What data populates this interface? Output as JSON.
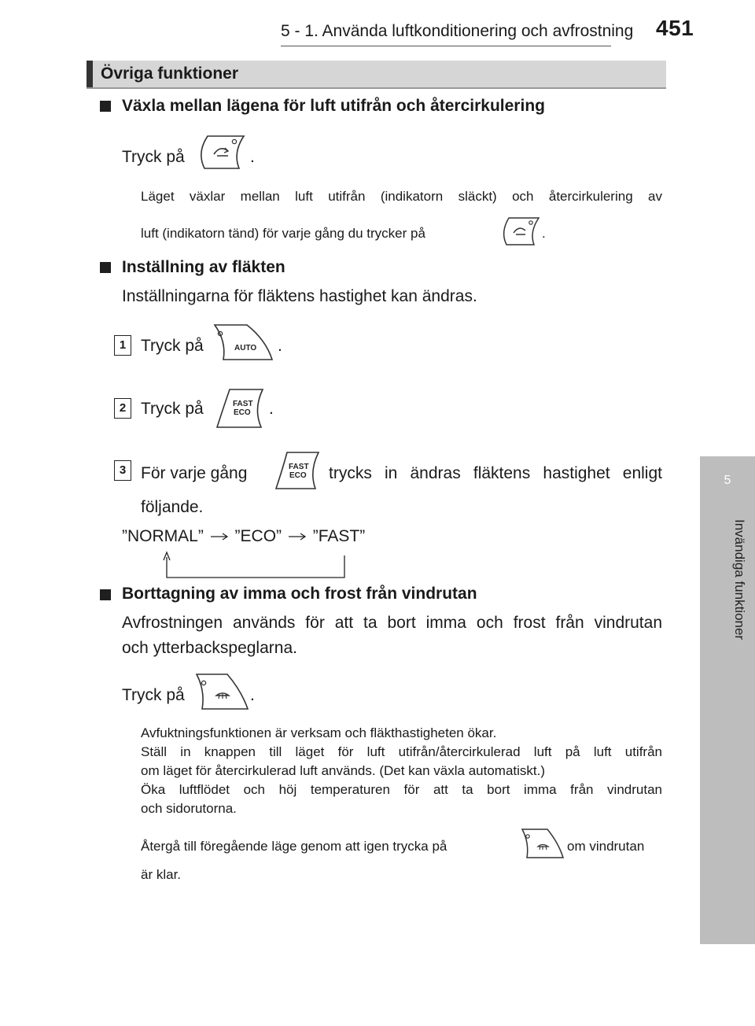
{
  "header": {
    "title": "5 - 1. Använda luftkonditionering och avfrostning",
    "page_number": "451"
  },
  "side_tab": {
    "number": "5",
    "label": "Invändiga funktioner"
  },
  "section": {
    "title": "Övriga funktioner"
  },
  "recirc": {
    "heading": "Växla mellan lägena för luft utifrån och återcirkulering",
    "press_prefix": "Tryck på",
    "press_suffix": ".",
    "note_line1": "Läget växlar mellan luft utifrån (indikatorn släckt) och återcirkulering av",
    "note_line2_prefix": "luft (indikatorn tänd) för varje gång du trycker på",
    "note_line2_suffix": ".",
    "icon": "recirculation-button-icon"
  },
  "fan": {
    "heading": "Inställning av fläkten",
    "intro": "Inställningarna för fläktens hastighet kan ändras.",
    "steps": [
      {
        "num": "1",
        "prefix": "Tryck på",
        "suffix": ".",
        "icon": "auto-button-icon",
        "icon_text": "AUTO"
      },
      {
        "num": "2",
        "prefix": "Tryck på",
        "suffix": ".",
        "icon": "fast-eco-button-icon",
        "icon_text_top": "FAST",
        "icon_text_bottom": "ECO"
      },
      {
        "num": "3",
        "prefix": "För varje gång",
        "suffix": "trycks in ändras fläktens hastighet enligt",
        "line2": "följande.",
        "icon": "fast-eco-button-icon",
        "icon_text_top": "FAST",
        "icon_text_bottom": "ECO"
      }
    ],
    "cycle": [
      "”NORMAL”",
      "”ECO”",
      "”FAST”"
    ]
  },
  "defrost": {
    "heading": "Borttagning av imma och frost från vindrutan",
    "intro_line1": "Avfrostningen används för att ta bort imma och frost från vindrutan",
    "intro_line2": "och ytterbackspeglarna.",
    "press_prefix": "Tryck på",
    "press_suffix": ".",
    "notes": [
      "Avfuktningsfunktionen är verksam och fläkthastigheten ökar.",
      "Ställ in knappen till läget för luft utifrån/återcirkulerad luft på luft utifrån",
      "om läget för återcirkulerad luft används. (Det kan växla automatiskt.)",
      "Öka luftflödet och höj temperaturen för att ta bort imma från vindrutan",
      "och sidorutorna."
    ],
    "return_prefix": "Återgå till föregående läge genom att igen trycka på",
    "return_suffix": "om vindrutan",
    "return_line2": "är klar.",
    "icon": "front-defroster-button-icon"
  }
}
